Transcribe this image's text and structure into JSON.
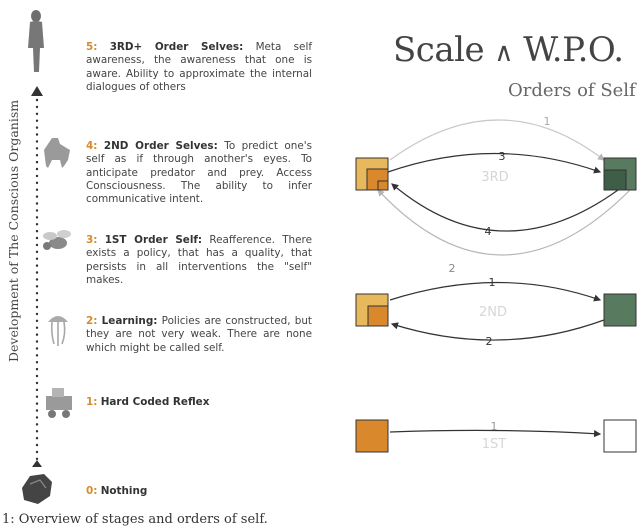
{
  "header": {
    "title_prefix": "Scale",
    "title_symbol": "∧",
    "title_suffix": "W.P.O.",
    "subtitle": "Orders of Self"
  },
  "axis": {
    "label": "Development of The Conscious Organism"
  },
  "levels": [
    {
      "num": "5:",
      "title": "3RD+ Order Selves:",
      "text": " Meta self awareness, the awareness that one is aware. Ability to approximate the internal dialogues of others"
    },
    {
      "num": "4:",
      "title": "2ND Order Selves:",
      "text": " To predict one's self as if through another's eyes. To anticipate predator and prey. Access Consciousness. The ability to infer communicative intent."
    },
    {
      "num": "3:",
      "title": "1ST Order Self:",
      "text": " Reafference. There exists a policy, that has a quality, that persists in all interventions the \"self\" makes."
    },
    {
      "num": "2:",
      "title": "Learning:",
      "text": " Policies are constructed, but they are not very weak. There are none which might be called self."
    },
    {
      "num": "1:",
      "title": "Hard Coded Reflex",
      "text": ""
    },
    {
      "num": "0:",
      "title": "Nothing",
      "text": ""
    }
  ],
  "diagram": {
    "rows": [
      {
        "label": "3RD",
        "edges": [
          "1",
          "3",
          "4",
          "2"
        ]
      },
      {
        "label": "2ND",
        "edges": [
          "1",
          "2"
        ]
      },
      {
        "label": "1ST",
        "edges": [
          "1"
        ]
      }
    ],
    "colors": {
      "orange": "#d9882b",
      "light_orange": "#e8b85c",
      "green": "#587a5e",
      "dark_green": "#3f5e47"
    }
  },
  "caption": "1: Overview of stages and orders of self."
}
